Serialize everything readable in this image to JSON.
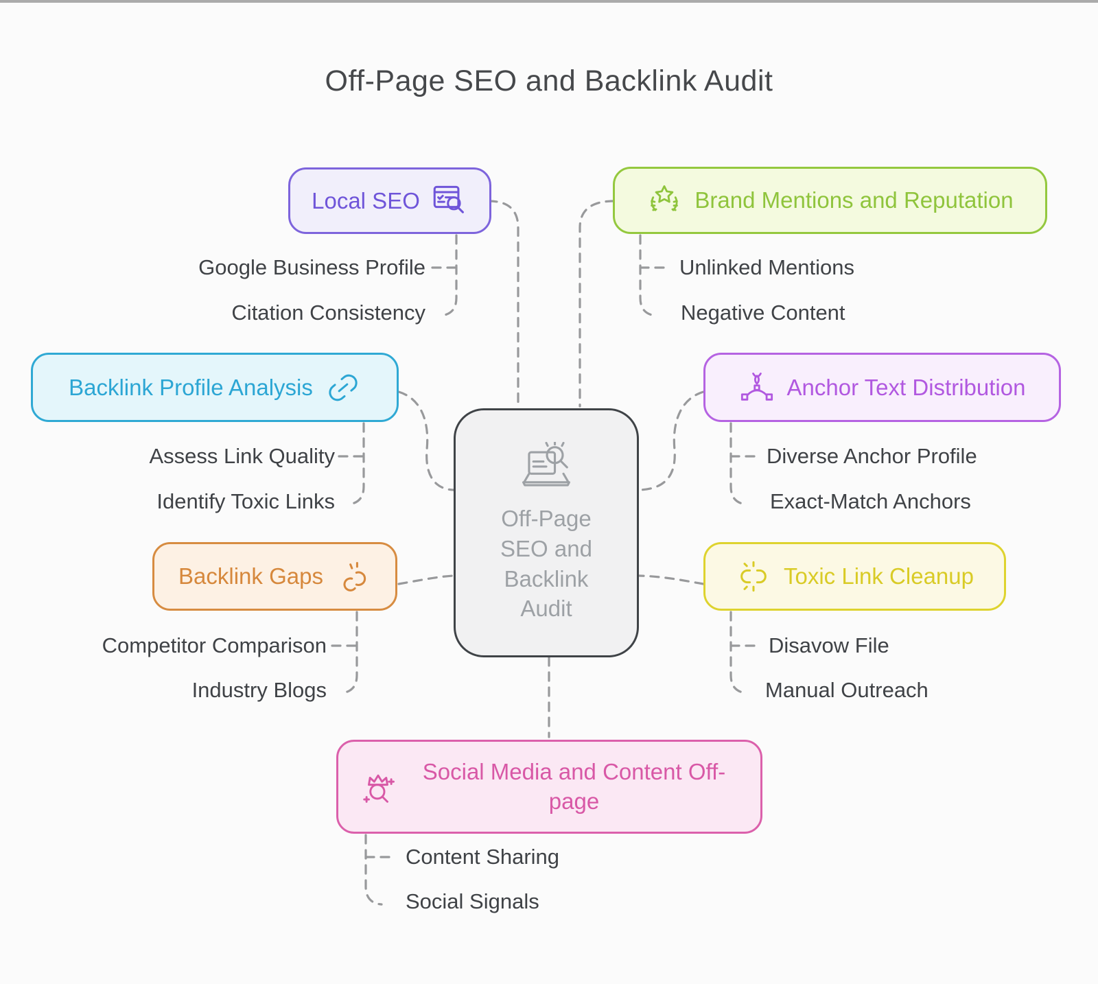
{
  "title": "Off-Page SEO and Backlink Audit",
  "center": {
    "label": "Off-Page SEO and Backlink Audit"
  },
  "branches": [
    {
      "label": "Local SEO",
      "side": "top-left",
      "icon": "search-audit-icon",
      "color": {
        "border": "#7d64dc",
        "background": "#f1effb",
        "text": "#6f55d9"
      },
      "children": [
        "Google Business Profile",
        "Citation Consistency"
      ]
    },
    {
      "label": "Brand Mentions and Reputation",
      "side": "top-right",
      "icon": "award-laurel-icon",
      "color": {
        "border": "#94c83e",
        "background": "#f4fadf",
        "text": "#8fc43c"
      },
      "children": [
        "Unlinked Mentions",
        "Negative Content"
      ]
    },
    {
      "label": "Backlink Profile Analysis",
      "side": "mid-left",
      "icon": "link-icon",
      "color": {
        "border": "#2fa9d4",
        "background": "#e4f6fb",
        "text": "#2ca6d4"
      },
      "children": [
        "Assess Link Quality",
        "Identify Toxic Links"
      ]
    },
    {
      "label": "Anchor Text Distribution",
      "side": "mid-right",
      "icon": "anchor-point-icon",
      "color": {
        "border": "#b563e2",
        "background": "#f9effd",
        "text": "#b158e0"
      },
      "children": [
        "Diverse Anchor Profile",
        "Exact-Match Anchors"
      ]
    },
    {
      "label": "Backlink Gaps",
      "side": "low-left",
      "icon": "broken-link-icon",
      "color": {
        "border": "#d78c41",
        "background": "#fdf1e4",
        "text": "#d6883c"
      },
      "children": [
        "Competitor Comparison",
        "Industry Blogs"
      ]
    },
    {
      "label": "Toxic Link Cleanup",
      "side": "low-right",
      "icon": "broken-chain-icon",
      "color": {
        "border": "#ded32e",
        "background": "#fcf9e4",
        "text": "#d9cb26"
      },
      "children": [
        "Disavow File",
        "Manual Outreach"
      ]
    },
    {
      "label": "Social Media and Content Off-page",
      "side": "bottom",
      "icon": "crown-search-icon",
      "color": {
        "border": "#db60ab",
        "background": "#fbe8f4",
        "text": "#d858a6"
      },
      "children": [
        "Content Sharing",
        "Social Signals"
      ]
    }
  ]
}
